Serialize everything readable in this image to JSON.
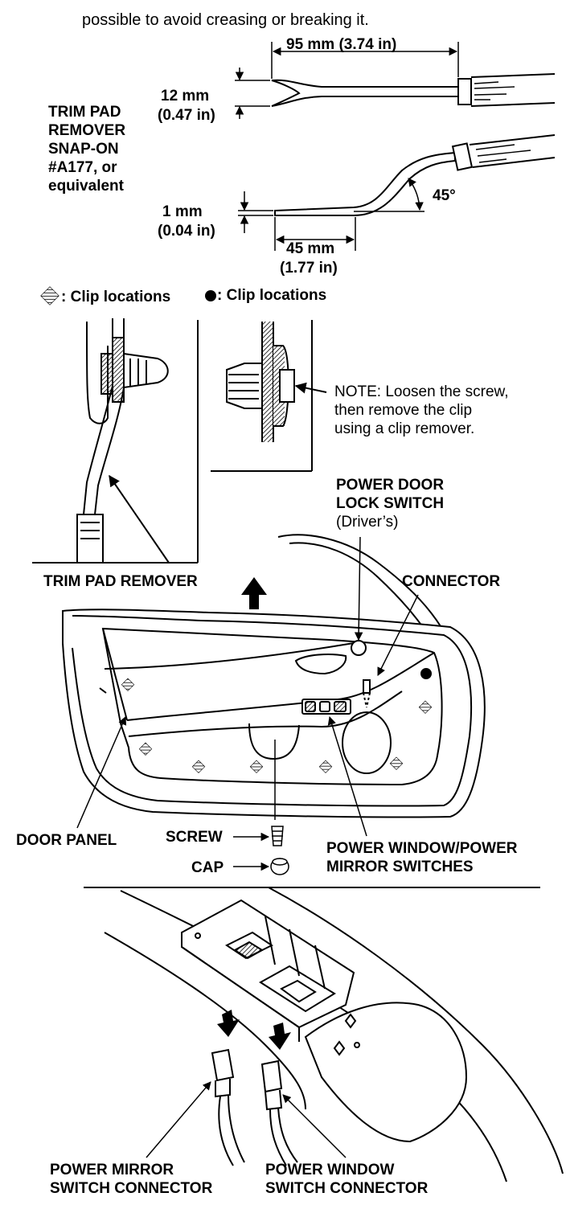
{
  "top_text": "possible to avoid creasing or breaking it.",
  "tool": {
    "name_lines": [
      "TRIM PAD",
      "REMOVER",
      "SNAP-ON",
      "#A177, or",
      "equivalent"
    ],
    "dim_length": "95 mm (3.74 in)",
    "dim_width_mm": "12 mm",
    "dim_width_in": "(0.47 in)",
    "dim_thick_mm": "1 mm",
    "dim_thick_in": "(0.04 in)",
    "dim_tip_mm": "45 mm",
    "dim_tip_in": "(1.77 in)",
    "angle": "45°"
  },
  "legend": {
    "hatched_label": ": Clip locations",
    "dot_label": ": Clip locations"
  },
  "note_lines": [
    "NOTE: Loosen the screw,",
    "then remove the clip",
    "using a clip remover."
  ],
  "labels": {
    "trim_pad_remover": "TRIM PAD REMOVER",
    "power_door_lock_lines": [
      "POWER DOOR",
      "LOCK SWITCH"
    ],
    "power_door_lock_sub": "(Driver’s)",
    "connector": "CONNECTOR",
    "door_panel": "DOOR PANEL",
    "screw": "SCREW",
    "cap": "CAP",
    "power_window_mirror_lines": [
      "POWER WINDOW/POWER",
      "MIRROR SWITCHES"
    ],
    "power_mirror_connector_lines": [
      "POWER MIRROR",
      "SWITCH CONNECTOR"
    ],
    "power_window_connector_lines": [
      "POWER WINDOW",
      "SWITCH CONNECTOR"
    ]
  },
  "icons": [
    "up-arrow-icon",
    "down-arrow-icon",
    "hatched-clip-icon",
    "solid-clip-icon"
  ]
}
